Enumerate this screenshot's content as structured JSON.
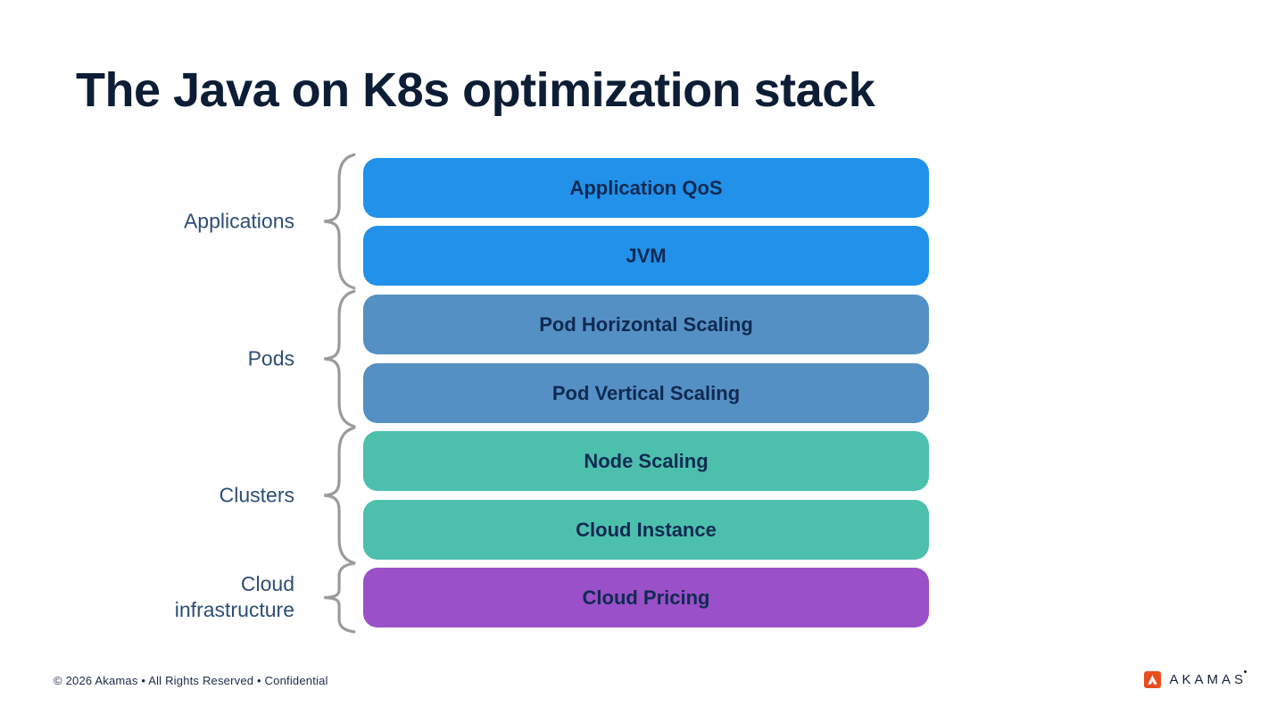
{
  "slide": {
    "title": "The Java on K8s optimization stack",
    "footer": {
      "text": "© 2026 Akamas • All Rights Reserved  • Confidential"
    },
    "logo": {
      "brand": "AKAMAS"
    }
  },
  "stack": {
    "brace_color": "#9b9b9b",
    "label_color": "#2d4e74",
    "bar_text_color": "#0f2a52",
    "groups": [
      {
        "label": "Applications",
        "color": "#2191ea",
        "layers": [
          {
            "label": "Application QoS"
          },
          {
            "label": "JVM"
          }
        ]
      },
      {
        "label": "Pods",
        "color": "#5590c4",
        "layers": [
          {
            "label": "Pod Horizontal Scaling"
          },
          {
            "label": "Pod Vertical Scaling"
          }
        ]
      },
      {
        "label": "Clusters",
        "color": "#4dbfad",
        "layers": [
          {
            "label": "Node Scaling"
          },
          {
            "label": "Cloud Instance"
          }
        ]
      },
      {
        "label": "Cloud infrastructure",
        "color": "#9a50c8",
        "layers": [
          {
            "label": "Cloud Pricing"
          }
        ]
      }
    ]
  }
}
